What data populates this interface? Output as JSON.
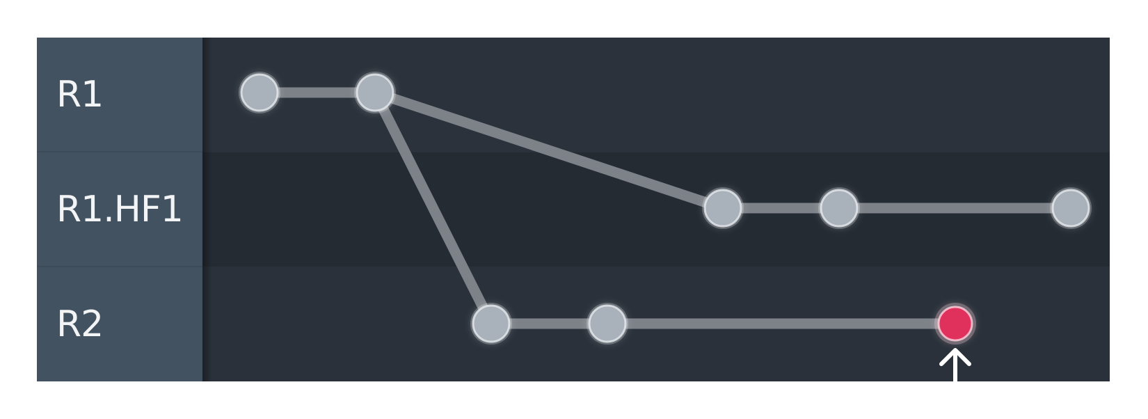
{
  "lanes": [
    {
      "id": "r1",
      "label": "R1"
    },
    {
      "id": "r1hf1",
      "label": "R1.HF1"
    },
    {
      "id": "r2",
      "label": "R2"
    }
  ],
  "nodes": [
    {
      "id": "r1-1",
      "lane": 0,
      "col": 0,
      "state": "normal"
    },
    {
      "id": "r1-2",
      "lane": 0,
      "col": 1,
      "state": "normal"
    },
    {
      "id": "hf1-1",
      "lane": 1,
      "col": 4,
      "state": "normal"
    },
    {
      "id": "hf1-2",
      "lane": 1,
      "col": 5,
      "state": "normal"
    },
    {
      "id": "hf1-3",
      "lane": 1,
      "col": 7,
      "state": "normal"
    },
    {
      "id": "r2-1",
      "lane": 2,
      "col": 2,
      "state": "normal"
    },
    {
      "id": "r2-2",
      "lane": 2,
      "col": 3,
      "state": "normal"
    },
    {
      "id": "r2-3",
      "lane": 2,
      "col": 6,
      "state": "current"
    }
  ],
  "edges": [
    {
      "from": "r1-1",
      "to": "r1-2"
    },
    {
      "from": "r1-2",
      "to": "hf1-1"
    },
    {
      "from": "hf1-1",
      "to": "hf1-2"
    },
    {
      "from": "hf1-2",
      "to": "hf1-3"
    },
    {
      "from": "r1-2",
      "to": "r2-1"
    },
    {
      "from": "r2-1",
      "to": "r2-2"
    },
    {
      "from": "r2-2",
      "to": "r2-3"
    }
  ],
  "pointer": {
    "target": "r2-3",
    "icon": "up-arrow-icon"
  },
  "colors": {
    "node_fill": "#a9b1ba",
    "node_glow": "#e8ecf0",
    "current_fill": "#e0305c",
    "current_glow": "#ffd6e0",
    "edge": "#7d8288",
    "arrow": "#ffffff"
  }
}
